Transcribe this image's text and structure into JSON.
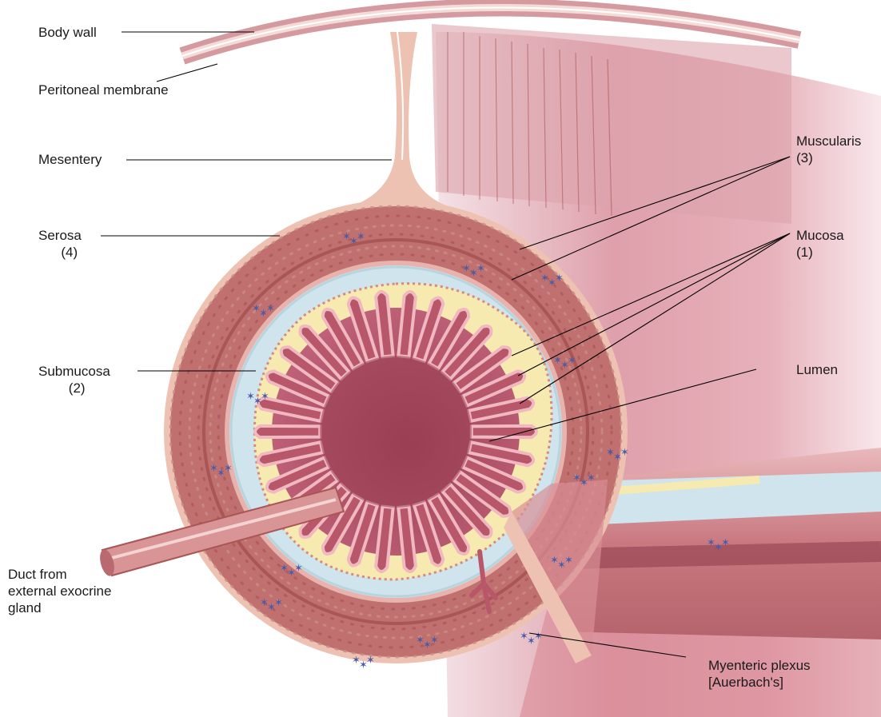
{
  "labels": {
    "body_wall": "Body wall",
    "peritoneal_membrane": "Peritoneal membrane",
    "mesentery": "Mesentery",
    "serosa": "Serosa\n      (4)",
    "submucosa": "Submucosa\n        (2)",
    "duct": "Duct from\nexternal exocrine\ngland",
    "muscularis": "Muscularis\n(3)",
    "mucosa": "Mucosa\n(1)",
    "lumen": "Lumen",
    "myenteric_plexus": "Myenteric plexus\n[Auerbach's]"
  },
  "colors": {
    "muscle": "#c0706e",
    "muscle_dark": "#a85656",
    "serosa": "#eec2b2",
    "submucosa": "#cfe4ec",
    "mucosa_halo": "#f6eab0",
    "mucosa_fold": "#b8576a",
    "mucosa_edge": "#f0b8c0",
    "plexus": "#4a5ca8",
    "wall_pink": "#e7a9b0"
  }
}
